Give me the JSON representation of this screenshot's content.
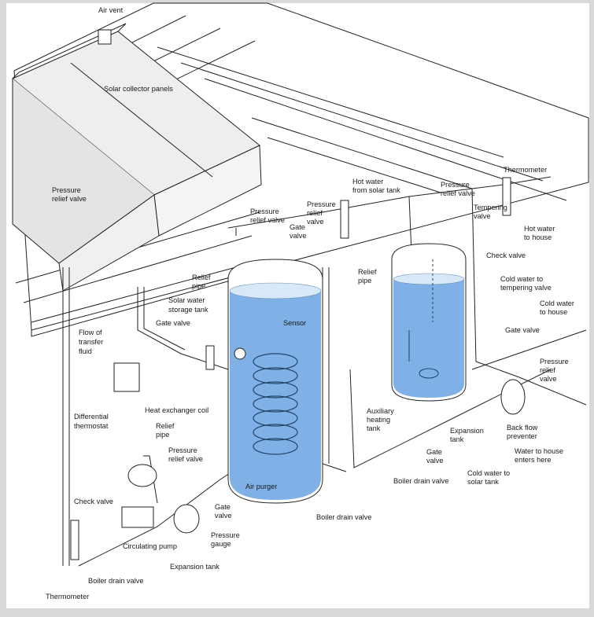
{
  "colors": {
    "water": "#7fb0e6",
    "water_light": "#cfe3f7",
    "panel_glass": "#e6e6e6",
    "outline": "#222222",
    "background": "#d9d9d9"
  },
  "labels": {
    "air_vent": "Air vent",
    "solar_collector_panels": "Solar collector panels",
    "pressure_relief_valve_panel": [
      "Pressure",
      "relief valve"
    ],
    "pressure_relief_valve_top": [
      "Pressure",
      "relief valve"
    ],
    "pressure_relief_valve_mid": [
      "Pressure",
      "relief",
      "valve"
    ],
    "gate_valve_top": [
      "Gate",
      "valve"
    ],
    "hot_water_from_solar_tank": [
      "Hot water",
      "from solar tank"
    ],
    "pressure_relief_valve_aux": [
      "Pressure",
      "relief valve"
    ],
    "thermometer_top": "Thermometer",
    "tempering_valve": [
      "Tempering",
      "valve"
    ],
    "hot_water_to_house": [
      "Hot water",
      "to house"
    ],
    "check_valve_right": "Check valve",
    "cold_water_to_tempering_valve": [
      "Cold water to",
      "tempering valve"
    ],
    "cold_water_to_house": [
      "Cold water",
      "to house"
    ],
    "gate_valve_right": "Gate valve",
    "pressure_relief_valve_right": [
      "Pressure",
      "relief",
      "valve"
    ],
    "relief_pipe_tank": [
      "Relief",
      "pipe"
    ],
    "solar_water_storage_tank": [
      "Solar water",
      "storage tank"
    ],
    "relief_pipe_aux": [
      "Relief",
      "pipe"
    ],
    "gate_valve_left": "Gate valve",
    "sensor": "Sensor",
    "flow_of_transfer_fluid": [
      "Flow of",
      "transfer",
      "fluid"
    ],
    "differential_thermostat": [
      "Differential",
      "thermostat"
    ],
    "heat_exchanger_coil": "Heat exchanger coil",
    "auxiliary_heating_tank": [
      "Auxiliary",
      "heating",
      "tank"
    ],
    "expansion_tank_right": [
      "Expansion",
      "tank"
    ],
    "back_flow_preventer": [
      "Back flow",
      "preventer"
    ],
    "water_to_house_enters_here": [
      "Water to house",
      "enters here"
    ],
    "gate_valve_bottom": [
      "Gate",
      "valve"
    ],
    "boiler_drain_valve_mid": "Boiler drain valve",
    "cold_water_to_solar_tank": [
      "Cold water to",
      "solar tank"
    ],
    "relief_pipe_left": [
      "Relief",
      "pipe"
    ],
    "pressure_relief_valve_left": [
      "Pressure",
      "relief valve"
    ],
    "air_purger": "Air purger",
    "gate_valve_pump": [
      "Gate",
      "valve"
    ],
    "boiler_drain_valve_tank": "Boiler drain valve",
    "check_valve_left": "Check valve",
    "circulating_pump": "Circulating pump",
    "pressure_gauge": [
      "Pressure",
      "gauge"
    ],
    "expansion_tank_left": "Expansion tank",
    "boiler_drain_valve_left": "Boiler drain valve",
    "thermometer_bottom": "Thermometer"
  }
}
